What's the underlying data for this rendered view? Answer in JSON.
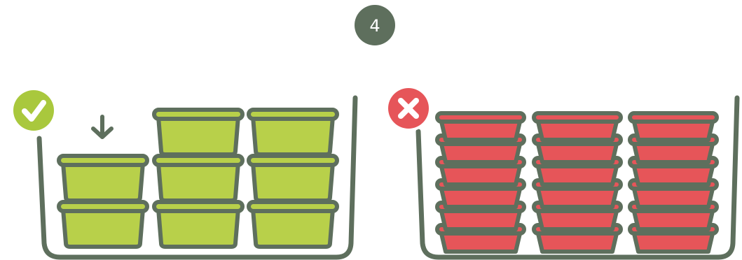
{
  "step": {
    "number": "4"
  },
  "colors": {
    "outline": "#5e6f5d",
    "badge_bg": "#5e6f5d",
    "good_fill": "#b8d04a",
    "bad_fill": "#e65559",
    "good_icon_bg": "#a9c83d",
    "bad_icon_bg": "#e65559",
    "icon_mark": "#ffffff",
    "background": "#ffffff"
  },
  "panels": {
    "correct": {
      "status_icon": "checkmark-icon",
      "indicator_icon": "arrow-down-icon",
      "stacks": [
        {
          "containers": 2,
          "style": "lidded-separate"
        },
        {
          "containers": 3,
          "style": "lidded-separate"
        },
        {
          "containers": 3,
          "style": "lidded-separate"
        }
      ]
    },
    "incorrect": {
      "status_icon": "cross-icon",
      "stacks": [
        {
          "containers": 6,
          "style": "nested-no-lids"
        },
        {
          "containers": 6,
          "style": "nested-no-lids"
        },
        {
          "containers": 6,
          "style": "nested-no-lids"
        }
      ]
    }
  }
}
